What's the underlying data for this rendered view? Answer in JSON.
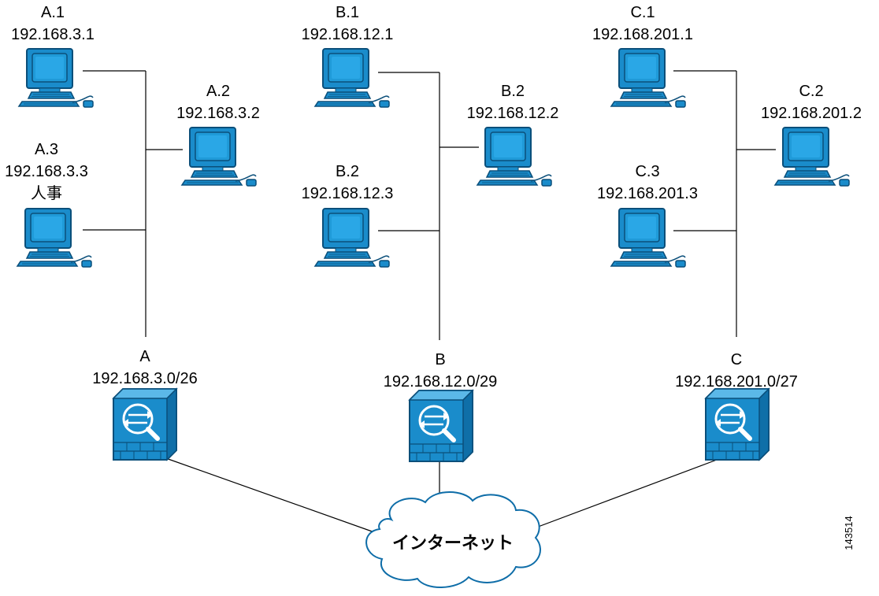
{
  "networks": [
    {
      "id": "A",
      "name": "A",
      "subnet": "192.168.3.0/26",
      "hosts": [
        {
          "name": "A.1",
          "ip": "192.168.3.1",
          "note": ""
        },
        {
          "name": "A.2",
          "ip": "192.168.3.2",
          "note": ""
        },
        {
          "name": "A.3",
          "ip": "192.168.3.3",
          "note": "人事"
        }
      ]
    },
    {
      "id": "B",
      "name": "B",
      "subnet": "192.168.12.0/29",
      "hosts": [
        {
          "name": "B.1",
          "ip": "192.168.12.1",
          "note": ""
        },
        {
          "name": "B.2",
          "ip": "192.168.12.2",
          "note": ""
        },
        {
          "name": "B.2",
          "ip": "192.168.12.3",
          "note": ""
        }
      ]
    },
    {
      "id": "C",
      "name": "C",
      "subnet": "192.168.201.0/27",
      "hosts": [
        {
          "name": "C.1",
          "ip": "192.168.201.1",
          "note": ""
        },
        {
          "name": "C.2",
          "ip": "192.168.201.2",
          "note": ""
        },
        {
          "name": "C.3",
          "ip": "192.168.201.3",
          "note": ""
        }
      ]
    }
  ],
  "internet": {
    "label": "インターネット"
  },
  "figure_id": "143514",
  "colors": {
    "device_blue": "#1a8ccb",
    "device_dark": "#0b4f7a",
    "device_light": "#bfe4f7",
    "cloud_fill": "#ffffff",
    "cloud_stroke": "#0e6da8",
    "wire": "#000000"
  },
  "icons": {
    "host": "workstation-icon",
    "security_appliance": "firewall-appliance-icon",
    "internet": "cloud-icon"
  }
}
